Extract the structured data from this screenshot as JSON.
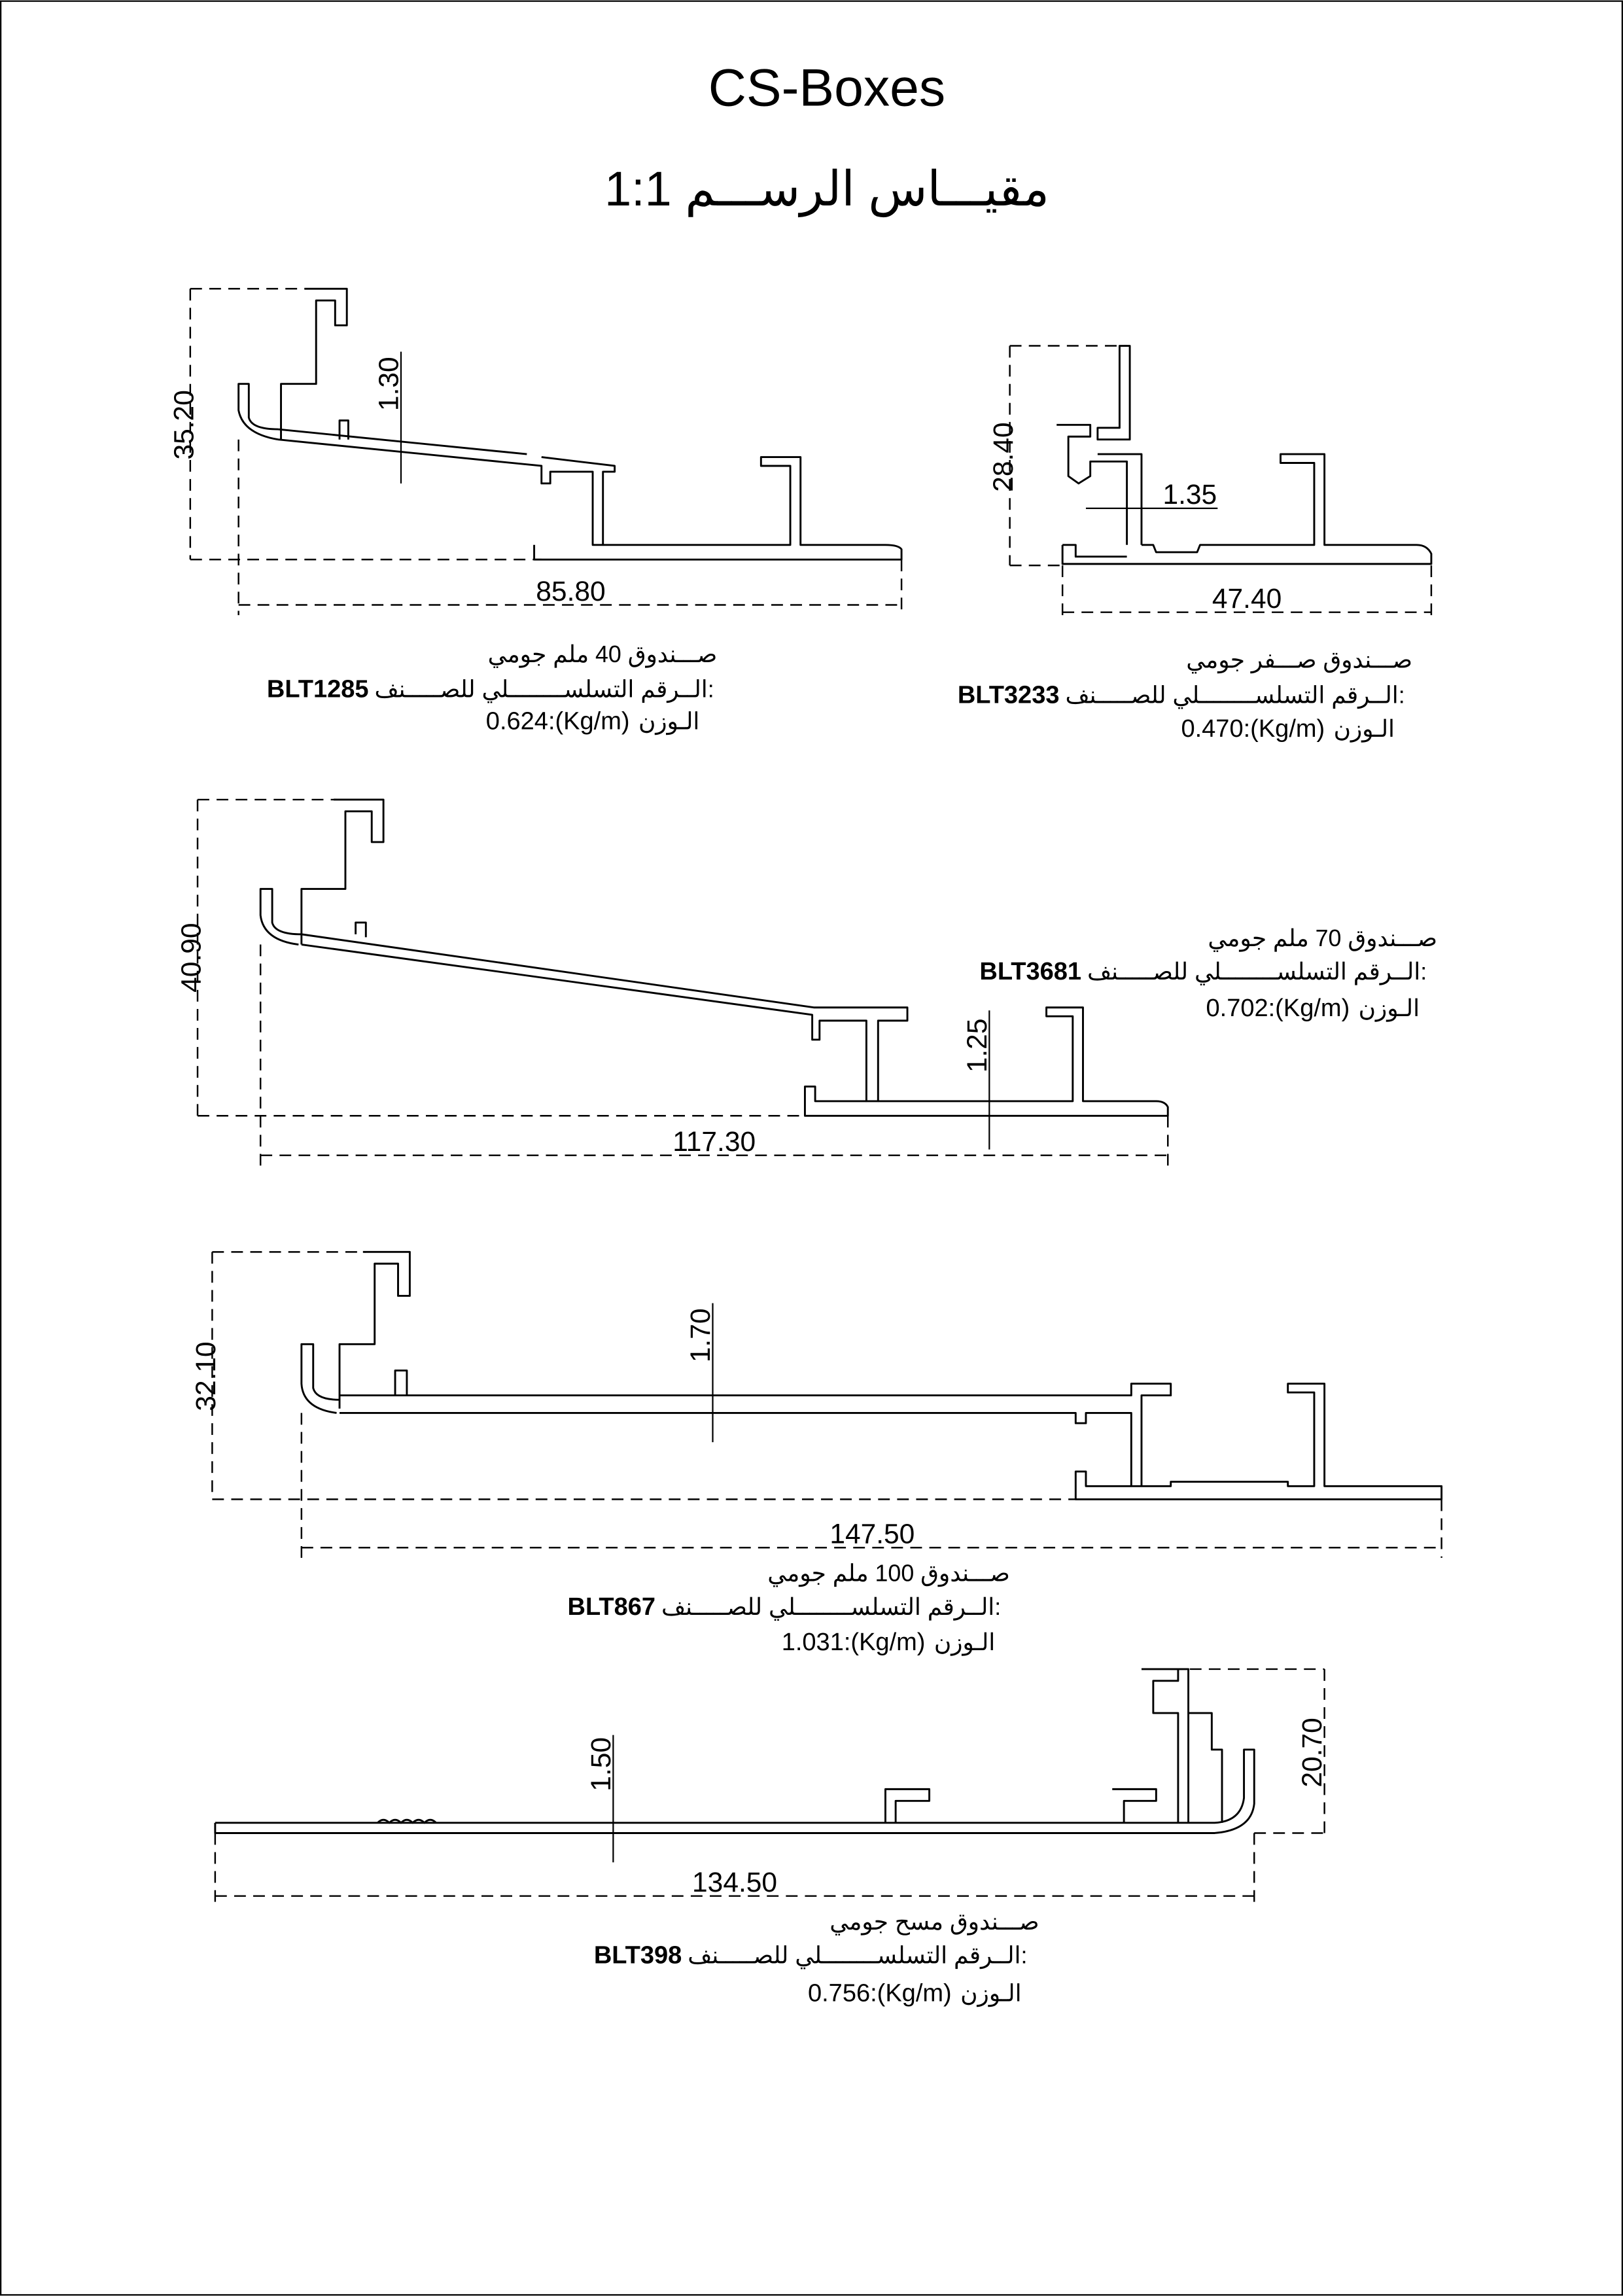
{
  "title": "CS-Boxes",
  "scale_label": "مقيـــاس الرســـم 1:1",
  "serial_label": "الــرقم التسلســــــــلي للصـــــنف:",
  "weight_label": "الـوزن",
  "weight_unit": ":(Kg/m)",
  "profiles": [
    {
      "name": "صـــندوق 40 ملم جومي",
      "code": "BLT1285",
      "weight": "0.624",
      "height_dim": "35.20",
      "width_dim": "85.80",
      "thickness_dim": "1.30"
    },
    {
      "name": "صـــندوق صـــفر جومي",
      "code": "BLT3233",
      "weight": "0.470",
      "height_dim": "28.40",
      "width_dim": "47.40",
      "thickness_dim": "1.35"
    },
    {
      "name": "صـــندوق 70 ملم جومي",
      "code": "BLT3681",
      "weight": "0.702",
      "height_dim": "40.90",
      "width_dim": "117.30",
      "thickness_dim": "1.25"
    },
    {
      "name": "صـــندوق 100 ملم جومي",
      "code": "BLT867",
      "weight": "1.031",
      "height_dim": "32.10",
      "width_dim": "147.50",
      "thickness_dim": "1.70"
    },
    {
      "name": "صـــندوق مسح جومي",
      "code": "BLT398",
      "weight": "0.756",
      "height_dim": "20.70",
      "width_dim": "134.50",
      "thickness_dim": "1.50"
    }
  ]
}
